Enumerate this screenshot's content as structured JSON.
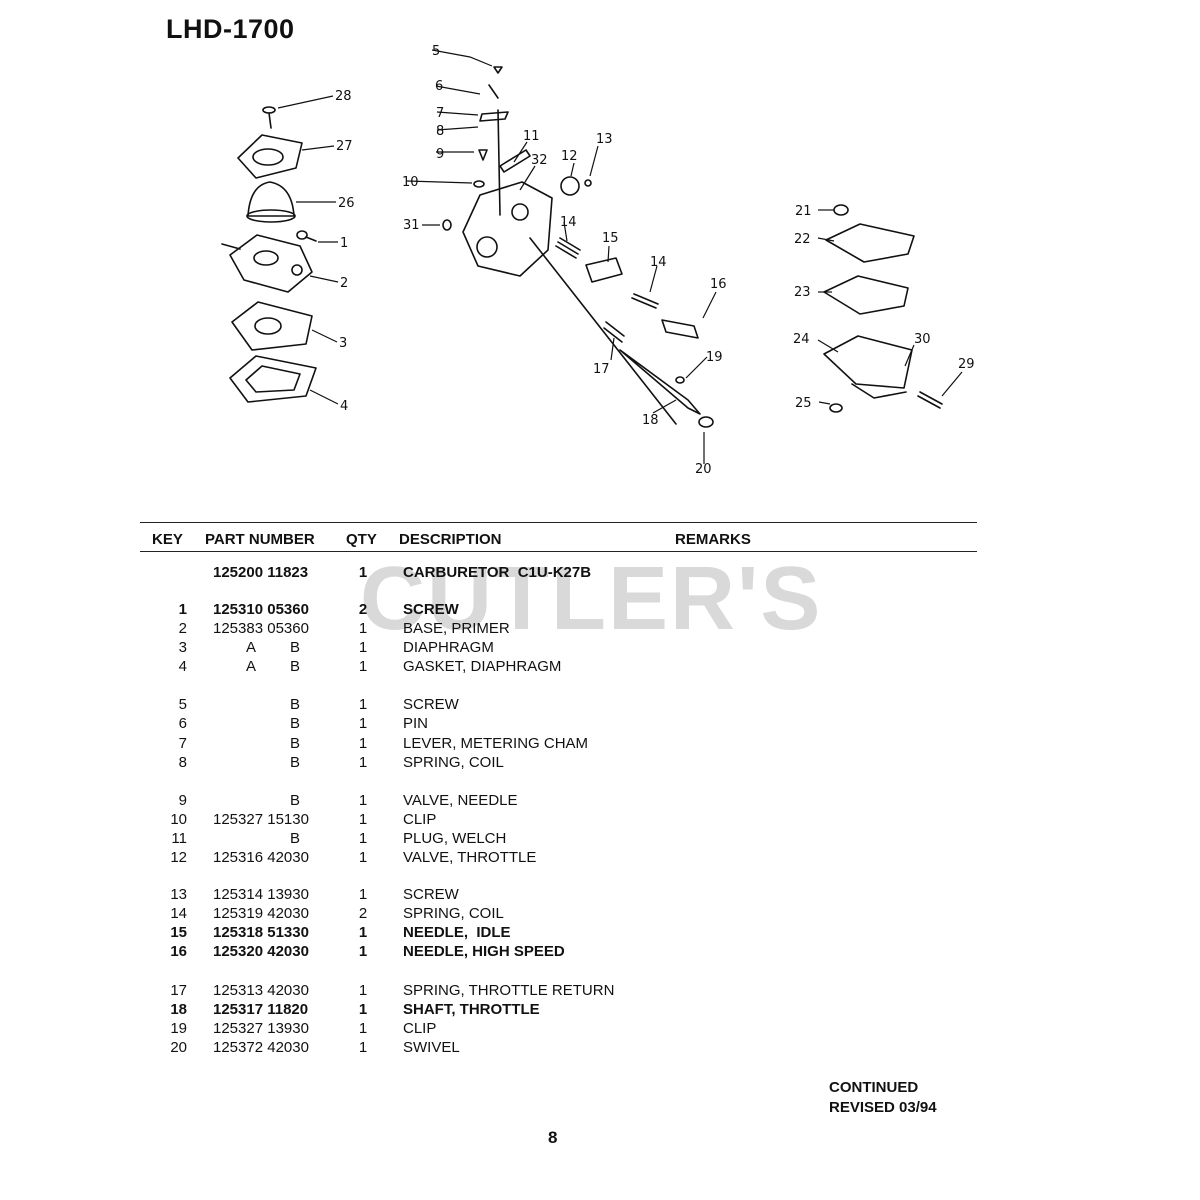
{
  "title": "LHD-1700",
  "watermark": "CUTLER'S",
  "diagram_callouts": [
    "5",
    "6",
    "7",
    "8",
    "9",
    "10",
    "11",
    "32",
    "12",
    "13",
    "31",
    "14",
    "15",
    "14",
    "16",
    "17",
    "19",
    "18",
    "20",
    "28",
    "27",
    "26",
    "1",
    "2",
    "3",
    "4",
    "21",
    "22",
    "23",
    "24",
    "30",
    "29",
    "25"
  ],
  "table": {
    "headers": {
      "key": "KEY",
      "part_number": "PART NUMBER",
      "qty": "QTY",
      "description": "DESCRIPTION",
      "remarks": "REMARKS"
    },
    "rows": [
      {
        "key": "",
        "part": "125200 11823",
        "qty": "1",
        "desc": "CARBURETOR  C1U-K27B",
        "bold": true
      },
      {
        "key": "1",
        "part": "125310 05360",
        "qty": "2",
        "desc": "SCREW",
        "bold": true
      },
      {
        "key": "2",
        "part": "125383 05360",
        "qty": "1",
        "desc": "BASE, PRIMER"
      },
      {
        "key": "3",
        "a": "A",
        "b": "B",
        "qty": "1",
        "desc": "DIAPHRAGM"
      },
      {
        "key": "4",
        "a": "A",
        "b": "B",
        "qty": "1",
        "desc": "GASKET, DIAPHRAGM"
      },
      {
        "key": "5",
        "b": "B",
        "qty": "1",
        "desc": "SCREW"
      },
      {
        "key": "6",
        "b": "B",
        "qty": "1",
        "desc": "PIN"
      },
      {
        "key": "7",
        "b": "B",
        "qty": "1",
        "desc": "LEVER, METERING CHAM"
      },
      {
        "key": "8",
        "b": "B",
        "qty": "1",
        "desc": "SPRING, COIL"
      },
      {
        "key": "9",
        "b": "B",
        "qty": "1",
        "desc": "VALVE, NEEDLE"
      },
      {
        "key": "10",
        "part": "125327 15130",
        "qty": "1",
        "desc": "CLIP"
      },
      {
        "key": "11",
        "b": "B",
        "qty": "1",
        "desc": "PLUG, WELCH"
      },
      {
        "key": "12",
        "part": "125316 42030",
        "qty": "1",
        "desc": "VALVE, THROTTLE"
      },
      {
        "key": "13",
        "part": "125314 13930",
        "qty": "1",
        "desc": "SCREW"
      },
      {
        "key": "14",
        "part": "125319 42030",
        "qty": "2",
        "desc": "SPRING, COIL"
      },
      {
        "key": "15",
        "part": "125318 51330",
        "qty": "1",
        "desc": "NEEDLE,  IDLE",
        "bold": true
      },
      {
        "key": "16",
        "part": "125320 42030",
        "qty": "1",
        "desc": "NEEDLE, HIGH SPEED",
        "bold": true
      },
      {
        "key": "17",
        "part": "125313 42030",
        "qty": "1",
        "desc": "SPRING, THROTTLE RETURN"
      },
      {
        "key": "18",
        "part": "125317 11820",
        "qty": "1",
        "desc": "SHAFT, THROTTLE",
        "bold": true
      },
      {
        "key": "19",
        "part": "125327 13930",
        "qty": "1",
        "desc": "CLIP"
      },
      {
        "key": "20",
        "part": "125372 42030",
        "qty": "1",
        "desc": "SWIVEL"
      }
    ]
  },
  "continued": "CONTINUED",
  "revised": "REVISED 03/94",
  "page_number": "8"
}
